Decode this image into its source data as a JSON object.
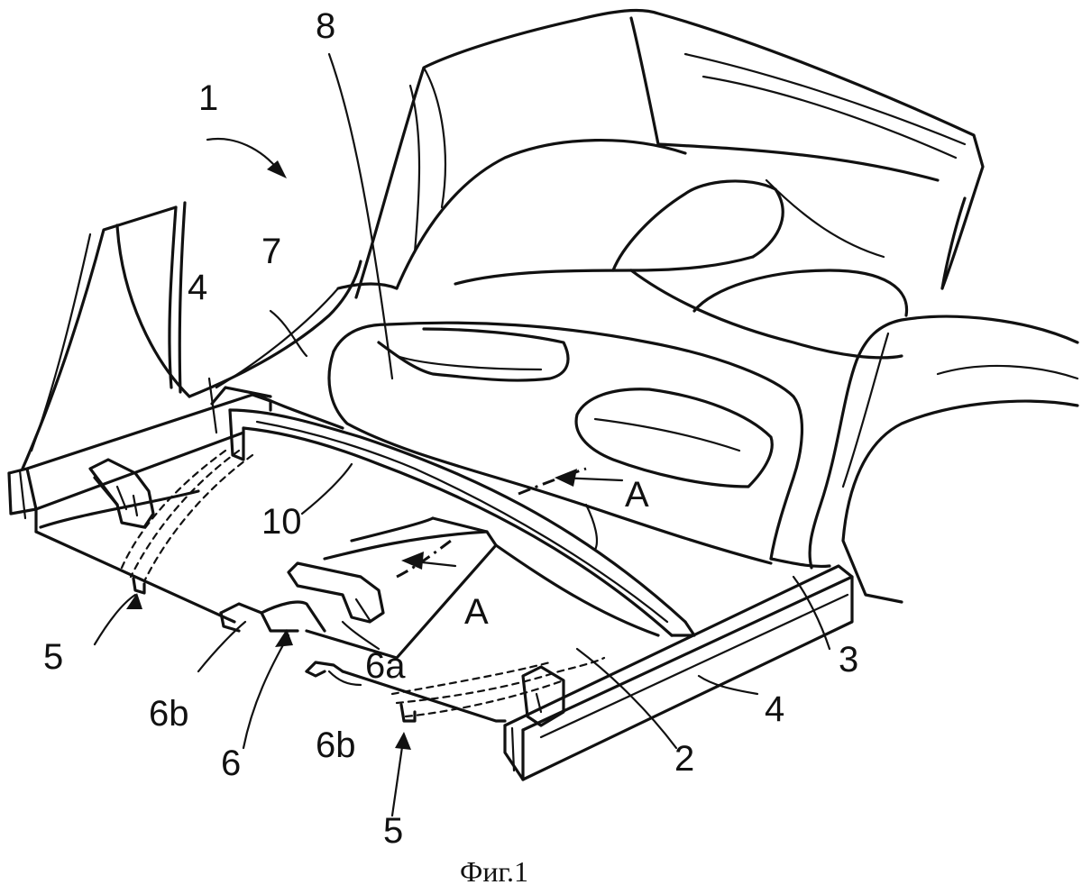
{
  "figure": {
    "caption": "Фиг.1",
    "labels": {
      "r1": "1",
      "r2": "2",
      "r3": "3",
      "r4a": "4",
      "r4b": "4",
      "r5a": "5",
      "r5b": "5",
      "r6": "6",
      "r6a": "6a",
      "r6b_left": "6b",
      "r6b_right": "6b",
      "r7": "7",
      "r8": "8",
      "r10": "10",
      "secA_upper": "A",
      "secA_lower": "A"
    }
  }
}
